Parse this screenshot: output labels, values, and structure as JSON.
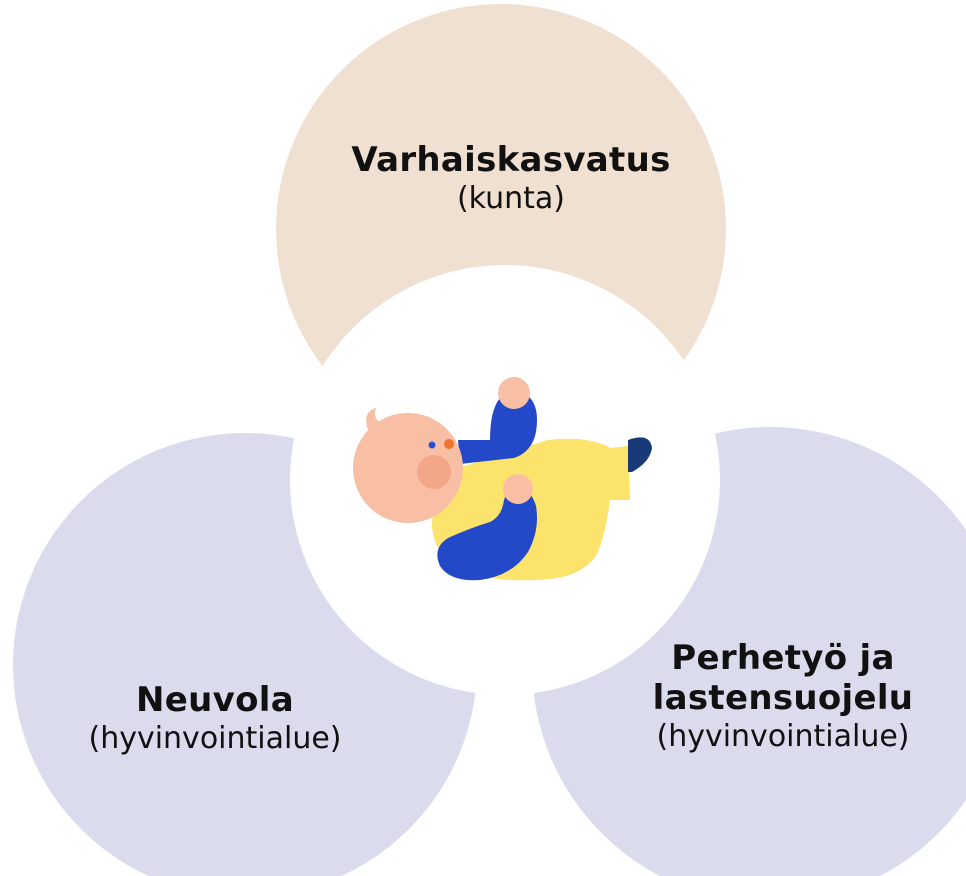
{
  "circles": {
    "top": {
      "title": "Varhaiskasvatus",
      "subtitle": "(kunta)",
      "fill": "#f0e0d2"
    },
    "left": {
      "title": "Neuvola",
      "subtitle": "(hyvinvointialue)",
      "fill": "#dadcee"
    },
    "right": {
      "title_line1": "Perhetyö ja",
      "title_line2": "lastensuojelu",
      "subtitle": "(hyvinvointialue)",
      "fill": "#dadcee"
    },
    "center": {
      "fill": "#ffffff"
    }
  },
  "illustration": {
    "subject": "baby-lying-on-back",
    "colors": {
      "skin": "#f8bfa4",
      "cheek": "#f4a689",
      "body": "#fbe36c",
      "sleeve": "#2349c8",
      "shoe": "#183a78",
      "eye": "#2a4fd0",
      "nose": "#f0742e"
    }
  }
}
